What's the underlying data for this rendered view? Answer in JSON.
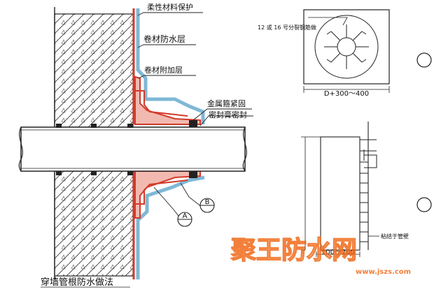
{
  "diagram": {
    "title": "穿墙管根防水做法",
    "labels": {
      "flexible_protection": "柔性材料保护",
      "membrane_waterproof": "卷材防水层",
      "membrane_additional": "卷材附加层",
      "metal_clamp": "金属箍紧固",
      "sealant": "密封膏密封",
      "steel_bar": "12 或 16 号分裂钢筋做",
      "dimension_top": "D+300～400",
      "dimension_bottom": "100～200",
      "weld_note": "粘结于管壁"
    },
    "section_marks": {
      "a": "A",
      "b": "B"
    },
    "watermark": {
      "main": "聚王防水网",
      "sub": "www.jszs.com"
    },
    "colors": {
      "line": "#1a1a1a",
      "membrane": "#d23a2a",
      "membrane_fill": "#f2b9b0",
      "protect": "#7fb8d6",
      "watermark": "#f06a1a"
    }
  }
}
